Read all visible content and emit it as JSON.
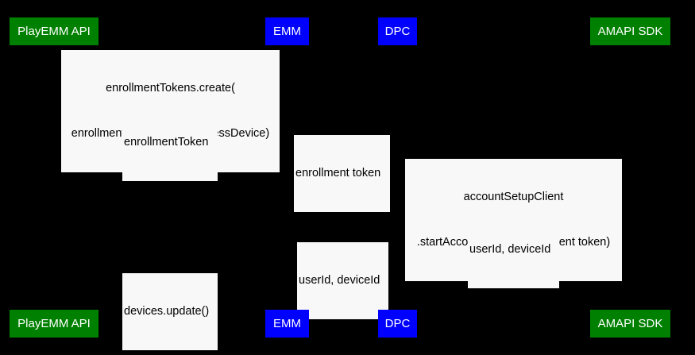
{
  "diagram": {
    "type": "uml-sequence-diagram",
    "background_color": "#000000",
    "label_background_color": "#f8f8f8",
    "label_text_color": "#000000",
    "participant_text_color": "#ffffff"
  },
  "participants": [
    {
      "id": "playemm-api",
      "label": "PlayEMM API",
      "color": "#008000",
      "style": "green"
    },
    {
      "id": "emm",
      "label": "EMM",
      "color": "#0000ff",
      "style": "blue"
    },
    {
      "id": "dpc",
      "label": "DPC",
      "color": "#0000ff",
      "style": "blue"
    },
    {
      "id": "amapi-sdk",
      "label": "AMAPI SDK",
      "color": "#008000",
      "style": "green"
    }
  ],
  "messages": [
    {
      "id": "msg-1",
      "line1": "enrollmentTokens.create(",
      "line2": "enrollmentTokenType=userlessDevice)",
      "from": "emm",
      "to": "playemm-api"
    },
    {
      "id": "msg-2",
      "line1": "enrollmentToken",
      "line2": "",
      "from": "playemm-api",
      "to": "emm"
    },
    {
      "id": "msg-3",
      "line1": "enrollment token",
      "line2": "",
      "from": "emm",
      "to": "dpc"
    },
    {
      "id": "msg-4",
      "line1": "accountSetupClient",
      "line2": ".startAccountSetup(entrollment token)",
      "from": "dpc",
      "to": "amapi-sdk"
    },
    {
      "id": "msg-5",
      "line1": "userId, deviceId",
      "line2": "",
      "from": "amapi-sdk",
      "to": "dpc"
    },
    {
      "id": "msg-6",
      "line1": "userId, deviceId",
      "line2": "",
      "from": "dpc",
      "to": "emm"
    },
    {
      "id": "msg-7",
      "line1": "devices.update()",
      "line2": "",
      "from": "emm",
      "to": "playemm-api"
    }
  ]
}
